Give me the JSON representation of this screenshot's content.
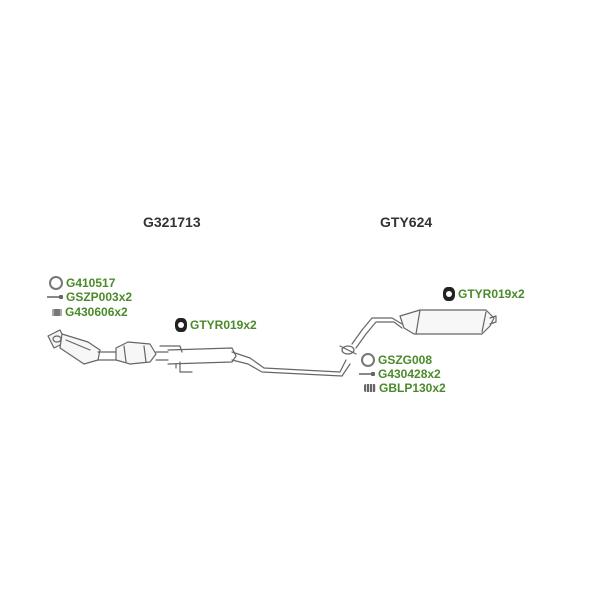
{
  "titles": {
    "front": "G321713",
    "rear": "GTY624"
  },
  "parts": {
    "front_ring": {
      "code": "G410517",
      "icon": "ring-icon"
    },
    "front_bolt": {
      "code": "GSZP003x2",
      "icon": "bolt-icon"
    },
    "front_nut": {
      "code": "G430606x2",
      "icon": "nut-icon"
    },
    "front_mount": {
      "code": "GTYR019x2",
      "icon": "rubber-mount-icon"
    },
    "rear_mount": {
      "code": "GTYR019x2",
      "icon": "rubber-mount-icon"
    },
    "rear_gasket": {
      "code": "GSZG008",
      "icon": "gasket-ring-icon"
    },
    "rear_bolt": {
      "code": "G430428x2",
      "icon": "bolt-icon"
    },
    "rear_spring": {
      "code": "GBLP130x2",
      "icon": "spring-icon"
    }
  },
  "colors": {
    "part_code": "#4a8a2a",
    "title": "#333333",
    "line": "#666666"
  }
}
